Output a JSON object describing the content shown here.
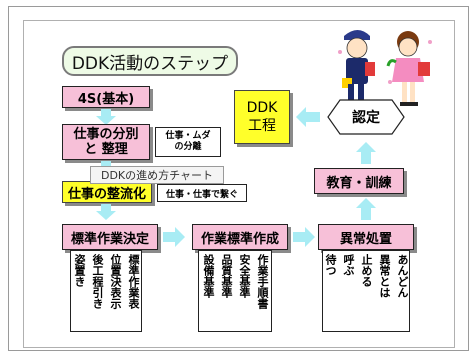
{
  "title": "DDK活動のステップ",
  "steps": {
    "s4s": "4S(基本)",
    "bunrui_line1": "仕事の分別",
    "bunrui_line2": "と 整理",
    "muda_line1": "仕事・ムダ",
    "muda_line2": "の分離",
    "seiryuka": "仕事の整流化",
    "tsunagu": "仕事・仕事で繋ぐ",
    "hyojun_sagyo": "標準作業決定",
    "sagyo_hyojun": "作業標準作成",
    "ijo": "異常処置",
    "kyoiku": "教育・訓練",
    "nintei": "認定",
    "ddk_line1": "DDK",
    "ddk_line2": "工程"
  },
  "columns": {
    "hyojun_sagyo": [
      "標準作業表",
      "位置決表示",
      "後工程引き",
      "姿置き"
    ],
    "sagyo_hyojun": [
      "作業手順書",
      "安全基準",
      "品質基準",
      "設備基準"
    ],
    "ijo": [
      "あんどん",
      "異常とは",
      "止める",
      "呼ぶ",
      "待つ"
    ]
  },
  "tooltip": "DDKの進め方チャート",
  "colors": {
    "pink": "#f7c0d8",
    "yellow": "#ffff2a",
    "arrow": "#a8ecf4"
  },
  "icons": {
    "illustration": "children-going-to-school-illustration"
  }
}
